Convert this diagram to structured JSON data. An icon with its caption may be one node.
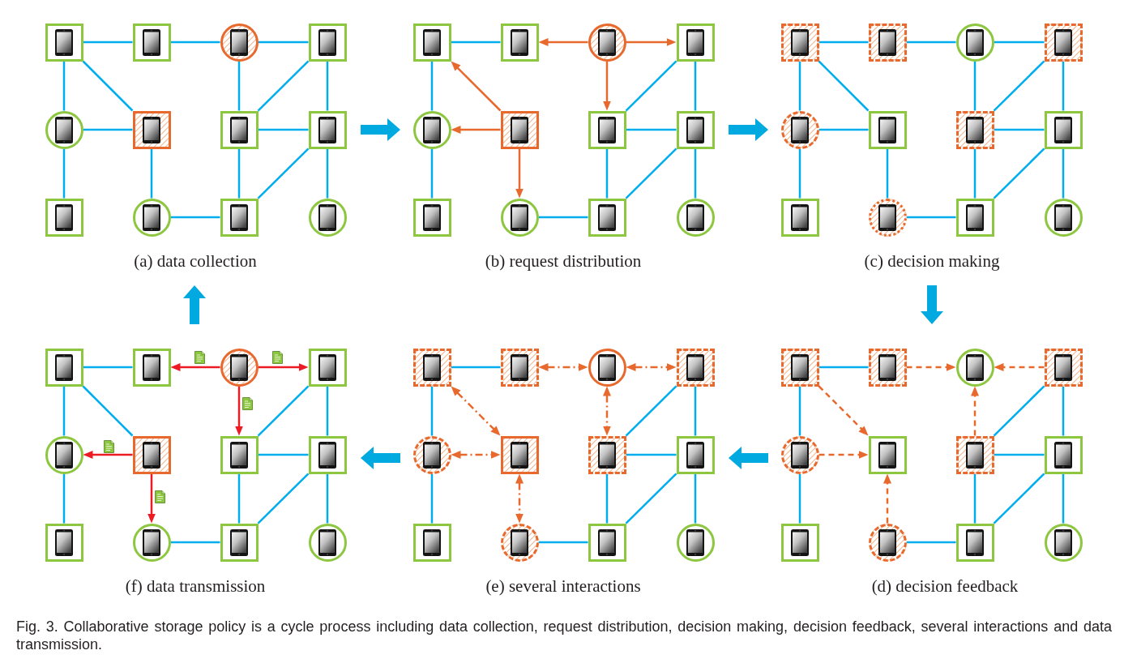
{
  "diagram": {
    "caption": "Fig. 3. Collaborative storage policy is a cycle process including data collection, request distribution, decision making, decision feedback, several interactions and data transmission.",
    "nodes": [
      {
        "text": [
          "(a) data collection"
        ]
      },
      {
        "text": [],
        "shape": "box",
        "in": 0
      },
      {
        "text": [],
        "shape": "box",
        "in": 0
      },
      {
        "text": [],
        "shape": "circle",
        "in": 0
      },
      {
        "text": [],
        "shape": "box",
        "in": 0
      },
      {
        "text": [],
        "shape": "circle",
        "in": 0
      },
      {
        "text": [],
        "shape": "box",
        "in": 0
      },
      {
        "text": [],
        "shape": "box",
        "in": 0
      },
      {
        "text": [],
        "shape": "box",
        "in": 0
      },
      {
        "text": [],
        "shape": "box",
        "in": 0
      },
      {
        "text": [],
        "shape": "circle",
        "in": 0
      },
      {
        "text": [],
        "shape": "box",
        "in": 0
      },
      {
        "text": [],
        "shape": "circle",
        "in": 0
      },
      {
        "text": [
          "(b) request distribution"
        ]
      },
      {
        "text": [],
        "shape": "box",
        "in": 13
      },
      {
        "text": [],
        "shape": "box",
        "in": 13
      },
      {
        "text": [],
        "shape": "circle",
        "in": 13
      },
      {
        "text": [],
        "shape": "box",
        "in": 13
      },
      {
        "text": [],
        "shape": "circle",
        "in": 13
      },
      {
        "text": [],
        "shape": "box",
        "in": 13
      },
      {
        "text": [],
        "shape": "box",
        "in": 13
      },
      {
        "text": [],
        "shape": "box",
        "in": 13
      },
      {
        "text": [],
        "shape": "box",
        "in": 13
      },
      {
        "text": [],
        "shape": "circle",
        "in": 13
      },
      {
        "text": [],
        "shape": "box",
        "in": 13
      },
      {
        "text": [],
        "shape": "circle",
        "in": 13
      },
      {
        "text": [
          "(c) decision making"
        ]
      },
      {
        "text": [],
        "shape": "box",
        "in": 26
      },
      {
        "text": [],
        "shape": "box",
        "in": 26
      },
      {
        "text": [],
        "shape": "circle",
        "in": 26
      },
      {
        "text": [],
        "shape": "box",
        "in": 26
      },
      {
        "text": [],
        "shape": "circle",
        "in": 26
      },
      {
        "text": [],
        "shape": "box",
        "in": 26
      },
      {
        "text": [],
        "shape": "box",
        "in": 26
      },
      {
        "text": [],
        "shape": "box",
        "in": 26
      },
      {
        "text": [],
        "shape": "box",
        "in": 26
      },
      {
        "text": [],
        "shape": "circle",
        "in": 26
      },
      {
        "text": [],
        "shape": "box",
        "in": 26
      },
      {
        "text": [],
        "shape": "circle",
        "in": 26
      },
      {
        "text": [
          "(f) data transmission"
        ]
      },
      {
        "text": [],
        "shape": "box",
        "in": 39
      },
      {
        "text": [],
        "shape": "box",
        "in": 39
      },
      {
        "text": [],
        "shape": "circle",
        "in": 39
      },
      {
        "text": [],
        "shape": "box",
        "in": 39
      },
      {
        "text": [],
        "shape": "circle",
        "in": 39
      },
      {
        "text": [],
        "shape": "box",
        "in": 39
      },
      {
        "text": [],
        "shape": "box",
        "in": 39
      },
      {
        "text": [],
        "shape": "box",
        "in": 39
      },
      {
        "text": [],
        "shape": "box",
        "in": 39
      },
      {
        "text": [],
        "shape": "circle",
        "in": 39
      },
      {
        "text": [],
        "shape": "box",
        "in": 39
      },
      {
        "text": [],
        "shape": "circle",
        "in": 39
      },
      {
        "text": [
          "(e) several interactions"
        ]
      },
      {
        "text": [],
        "shape": "box",
        "in": 52
      },
      {
        "text": [],
        "shape": "box",
        "in": 52
      },
      {
        "text": [],
        "shape": "circle",
        "in": 52
      },
      {
        "text": [],
        "shape": "box",
        "in": 52
      },
      {
        "text": [],
        "shape": "circle",
        "in": 52
      },
      {
        "text": [],
        "shape": "box",
        "in": 52
      },
      {
        "text": [],
        "shape": "box",
        "in": 52
      },
      {
        "text": [],
        "shape": "box",
        "in": 52
      },
      {
        "text": [],
        "shape": "box",
        "in": 52
      },
      {
        "text": [],
        "shape": "circle",
        "in": 52
      },
      {
        "text": [],
        "shape": "box",
        "in": 52
      },
      {
        "text": [],
        "shape": "circle",
        "in": 52
      },
      {
        "text": [
          "(d) decision feedback"
        ]
      },
      {
        "text": [],
        "shape": "box",
        "in": 65
      },
      {
        "text": [],
        "shape": "box",
        "in": 65
      },
      {
        "text": [],
        "shape": "circle",
        "in": 65
      },
      {
        "text": [],
        "shape": "box",
        "in": 65
      },
      {
        "text": [],
        "shape": "circle",
        "in": 65
      },
      {
        "text": [],
        "shape": "box",
        "in": 65
      },
      {
        "text": [],
        "shape": "box",
        "in": 65
      },
      {
        "text": [],
        "shape": "box",
        "in": 65
      },
      {
        "text": [],
        "shape": "box",
        "in": 65
      },
      {
        "text": [],
        "shape": "circle",
        "in": 65
      },
      {
        "text": [],
        "shape": "box",
        "in": 65
      },
      {
        "text": [],
        "shape": "circle",
        "in": 65
      }
    ],
    "edges": [
      {
        "from": 1,
        "to": 2,
        "arrow": "none"
      },
      {
        "from": 2,
        "to": 3,
        "arrow": "none"
      },
      {
        "from": 3,
        "to": 4,
        "arrow": "none"
      },
      {
        "from": 1,
        "to": 5,
        "arrow": "none"
      },
      {
        "from": 1,
        "to": 6,
        "arrow": "none"
      },
      {
        "from": 3,
        "to": 7,
        "arrow": "none"
      },
      {
        "from": 4,
        "to": 7,
        "arrow": "none"
      },
      {
        "from": 4,
        "to": 8,
        "arrow": "none"
      },
      {
        "from": 5,
        "to": 6,
        "arrow": "none"
      },
      {
        "from": 5,
        "to": 9,
        "arrow": "none"
      },
      {
        "from": 6,
        "to": 10,
        "arrow": "none"
      },
      {
        "from": 7,
        "to": 8,
        "arrow": "none"
      },
      {
        "from": 7,
        "to": 11,
        "arrow": "none"
      },
      {
        "from": 8,
        "to": 11,
        "arrow": "none"
      },
      {
        "from": 8,
        "to": 12,
        "arrow": "none"
      },
      {
        "from": 10,
        "to": 11,
        "arrow": "none"
      },
      {
        "from": 14,
        "to": 15,
        "arrow": "none"
      },
      {
        "from": 16,
        "to": 15,
        "arrow": "to",
        "color": "#e8692d"
      },
      {
        "from": 16,
        "to": 17,
        "arrow": "to",
        "color": "#e8692d"
      },
      {
        "from": 14,
        "to": 18,
        "arrow": "none"
      },
      {
        "from": 19,
        "to": 14,
        "arrow": "to",
        "color": "#e8692d"
      },
      {
        "from": 16,
        "to": 20,
        "arrow": "to",
        "color": "#e8692d"
      },
      {
        "from": 17,
        "to": 20,
        "arrow": "none"
      },
      {
        "from": 17,
        "to": 21,
        "arrow": "none"
      },
      {
        "from": 19,
        "to": 18,
        "arrow": "to",
        "color": "#e8692d"
      },
      {
        "from": 18,
        "to": 22,
        "arrow": "none"
      },
      {
        "from": 19,
        "to": 23,
        "arrow": "to",
        "color": "#e8692d"
      },
      {
        "from": 20,
        "to": 21,
        "arrow": "none"
      },
      {
        "from": 20,
        "to": 24,
        "arrow": "none"
      },
      {
        "from": 21,
        "to": 24,
        "arrow": "none"
      },
      {
        "from": 21,
        "to": 25,
        "arrow": "none"
      },
      {
        "from": 23,
        "to": 24,
        "arrow": "none"
      },
      {
        "from": 27,
        "to": 28,
        "arrow": "none"
      },
      {
        "from": 28,
        "to": 29,
        "arrow": "none"
      },
      {
        "from": 29,
        "to": 30,
        "arrow": "none"
      },
      {
        "from": 27,
        "to": 31,
        "arrow": "none"
      },
      {
        "from": 27,
        "to": 32,
        "arrow": "none"
      },
      {
        "from": 29,
        "to": 33,
        "arrow": "none"
      },
      {
        "from": 30,
        "to": 33,
        "arrow": "none"
      },
      {
        "from": 30,
        "to": 34,
        "arrow": "none"
      },
      {
        "from": 31,
        "to": 32,
        "arrow": "none"
      },
      {
        "from": 31,
        "to": 35,
        "arrow": "none"
      },
      {
        "from": 32,
        "to": 36,
        "arrow": "none"
      },
      {
        "from": 33,
        "to": 34,
        "arrow": "none"
      },
      {
        "from": 33,
        "to": 37,
        "arrow": "none"
      },
      {
        "from": 34,
        "to": 37,
        "arrow": "none"
      },
      {
        "from": 34,
        "to": 38,
        "arrow": "none"
      },
      {
        "from": 36,
        "to": 37,
        "arrow": "none"
      },
      {
        "from": 40,
        "to": 41,
        "arrow": "none"
      },
      {
        "from": 42,
        "to": 41,
        "arrow": "to",
        "color": "#ed1c24"
      },
      {
        "from": 42,
        "to": 43,
        "arrow": "to",
        "color": "#ed1c24"
      },
      {
        "from": 40,
        "to": 44,
        "arrow": "none"
      },
      {
        "from": 40,
        "to": 45,
        "arrow": "none"
      },
      {
        "from": 42,
        "to": 46,
        "arrow": "to",
        "color": "#ed1c24"
      },
      {
        "from": 43,
        "to": 46,
        "arrow": "none"
      },
      {
        "from": 43,
        "to": 47,
        "arrow": "none"
      },
      {
        "from": 45,
        "to": 44,
        "arrow": "to",
        "color": "#ed1c24"
      },
      {
        "from": 44,
        "to": 48,
        "arrow": "none"
      },
      {
        "from": 45,
        "to": 49,
        "arrow": "to",
        "color": "#ed1c24"
      },
      {
        "from": 46,
        "to": 47,
        "arrow": "none"
      },
      {
        "from": 46,
        "to": 50,
        "arrow": "none"
      },
      {
        "from": 47,
        "to": 50,
        "arrow": "none"
      },
      {
        "from": 47,
        "to": 51,
        "arrow": "none"
      },
      {
        "from": 49,
        "to": 50,
        "arrow": "none"
      },
      {
        "from": 53,
        "to": 54,
        "arrow": "none"
      },
      {
        "from": 54,
        "to": 55,
        "arrow": "both",
        "style": "dashed",
        "color": "#e8692d"
      },
      {
        "from": 55,
        "to": 56,
        "arrow": "both",
        "style": "dashed",
        "color": "#e8692d"
      },
      {
        "from": 53,
        "to": 57,
        "arrow": "none"
      },
      {
        "from": 53,
        "to": 58,
        "arrow": "both",
        "style": "dashed",
        "color": "#e8692d"
      },
      {
        "from": 55,
        "to": 59,
        "arrow": "both",
        "style": "dashed",
        "color": "#e8692d"
      },
      {
        "from": 56,
        "to": 59,
        "arrow": "none"
      },
      {
        "from": 56,
        "to": 60,
        "arrow": "none"
      },
      {
        "from": 57,
        "to": 58,
        "arrow": "both",
        "style": "dashed",
        "color": "#e8692d"
      },
      {
        "from": 57,
        "to": 61,
        "arrow": "none"
      },
      {
        "from": 58,
        "to": 62,
        "arrow": "both",
        "style": "dashed",
        "color": "#e8692d"
      },
      {
        "from": 59,
        "to": 60,
        "arrow": "none"
      },
      {
        "from": 59,
        "to": 63,
        "arrow": "none"
      },
      {
        "from": 60,
        "to": 63,
        "arrow": "none"
      },
      {
        "from": 60,
        "to": 64,
        "arrow": "none"
      },
      {
        "from": 62,
        "to": 63,
        "arrow": "none"
      },
      {
        "from": 66,
        "to": 67,
        "arrow": "none"
      },
      {
        "from": 67,
        "to": 68,
        "arrow": "to",
        "style": "dashed",
        "color": "#e8692d"
      },
      {
        "from": 69,
        "to": 68,
        "arrow": "to",
        "style": "dashed",
        "color": "#e8692d"
      },
      {
        "from": 66,
        "to": 70,
        "arrow": "none"
      },
      {
        "from": 66,
        "to": 71,
        "arrow": "to",
        "style": "dashed",
        "color": "#e8692d"
      },
      {
        "from": 72,
        "to": 68,
        "arrow": "to",
        "style": "dashed",
        "color": "#e8692d"
      },
      {
        "from": 69,
        "to": 72,
        "arrow": "none"
      },
      {
        "from": 69,
        "to": 73,
        "arrow": "none"
      },
      {
        "from": 70,
        "to": 71,
        "arrow": "to",
        "style": "dashed",
        "color": "#e8692d"
      },
      {
        "from": 70,
        "to": 74,
        "arrow": "none"
      },
      {
        "from": 75,
        "to": 71,
        "arrow": "to",
        "style": "dashed",
        "color": "#e8692d"
      },
      {
        "from": 72,
        "to": 73,
        "arrow": "none"
      },
      {
        "from": 72,
        "to": 76,
        "arrow": "none"
      },
      {
        "from": 73,
        "to": 76,
        "arrow": "none"
      },
      {
        "from": 73,
        "to": 77,
        "arrow": "none"
      },
      {
        "from": 75,
        "to": 76,
        "arrow": "none"
      },
      {
        "from": 0,
        "to": 13,
        "arrow": "to",
        "style": "thick",
        "color": "#00a9e0"
      },
      {
        "from": 13,
        "to": 26,
        "arrow": "to",
        "style": "thick",
        "color": "#00a9e0"
      },
      {
        "from": 26,
        "to": 65,
        "arrow": "to",
        "style": "thick",
        "color": "#00a9e0"
      },
      {
        "from": 65,
        "to": 52,
        "arrow": "to",
        "style": "thick",
        "color": "#00a9e0"
      },
      {
        "from": 52,
        "to": 39,
        "arrow": "to",
        "style": "thick",
        "color": "#00a9e0"
      },
      {
        "from": 39,
        "to": 0,
        "arrow": "to",
        "style": "thick",
        "color": "#00a9e0"
      }
    ]
  }
}
